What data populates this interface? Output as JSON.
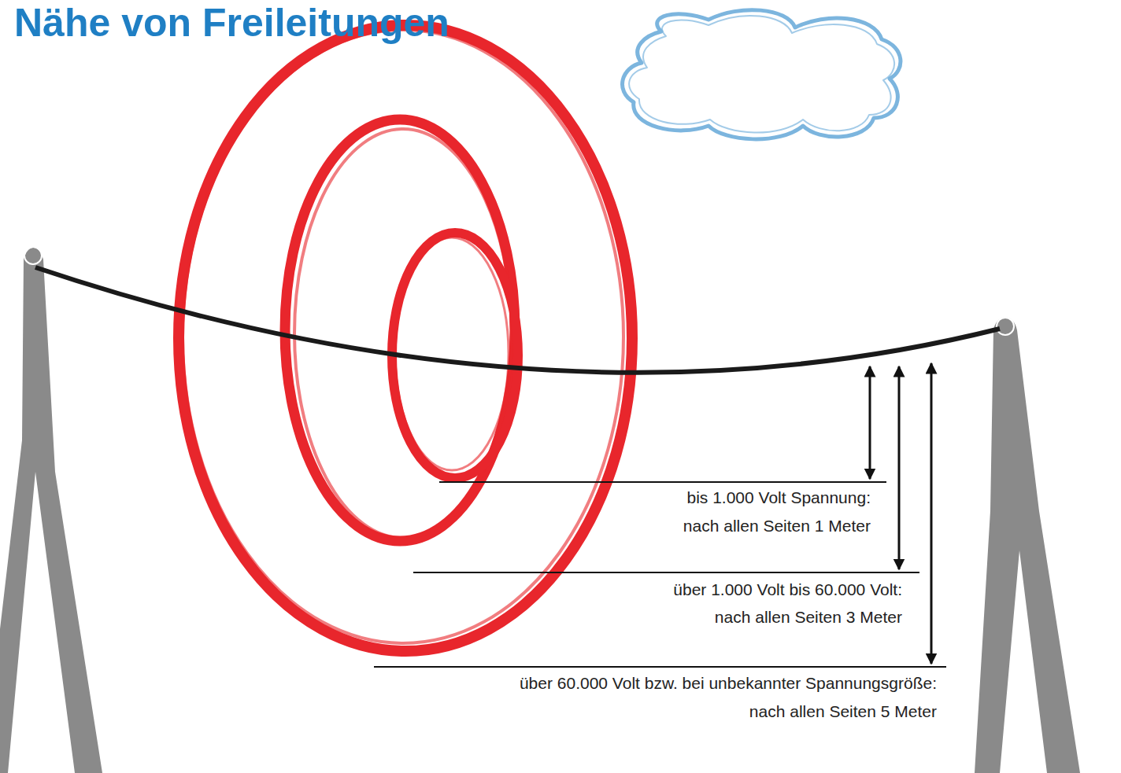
{
  "diagram": {
    "title": "Nähe von Freileitungen",
    "labels": [
      "bis 1.000 Volt Spannung:",
      "nach allen Seiten 1 Meter",
      "über 1.000 Volt bis 60.000 Volt:",
      "nach allen Seiten 3 Meter",
      "über 60.000 Volt bzw. bei unbekannter Spannungsgröße:",
      "nach allen Seiten 5 Meter"
    ]
  }
}
